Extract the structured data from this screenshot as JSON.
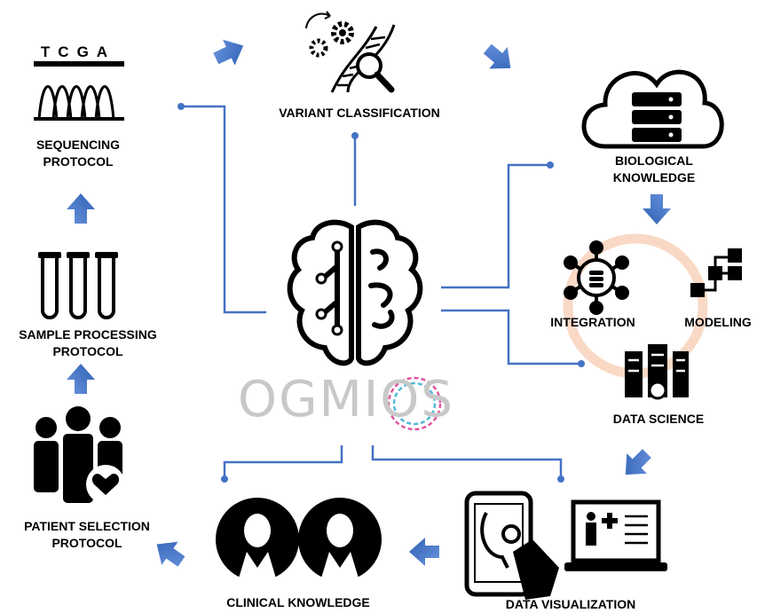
{
  "brand": {
    "name": "OGMIOS"
  },
  "nodes": {
    "sequencing": {
      "line1": "SEQUENCING",
      "line2": "PROTOCOL",
      "tcga": "TCGA"
    },
    "variant": {
      "label": "VARIANT CLASSIFICATION"
    },
    "biological": {
      "line1": "BIOLOGICAL",
      "line2": "KNOWLEDGE"
    },
    "integration": {
      "label": "INTEGRATION"
    },
    "modeling": {
      "label": "MODELING"
    },
    "data_science": {
      "label": "DATA SCIENCE"
    },
    "data_visualization": {
      "label": "DATA VISUALIZATION"
    },
    "clinical": {
      "label": "CLINICAL KNOWLEDGE"
    },
    "patient": {
      "line1": "PATIENT SELECTION",
      "line2": "PROTOCOL"
    },
    "sample": {
      "line1": "SAMPLE PROCESSING",
      "line2": "PROTOCOL"
    }
  },
  "colors": {
    "arrow": "#3d6fc6",
    "connector": "#4472c4",
    "ring": "#f9d9c6",
    "brand_gray": "#c8c8c8",
    "dna_a": "#e056a0",
    "dna_b": "#4fb8d8"
  }
}
